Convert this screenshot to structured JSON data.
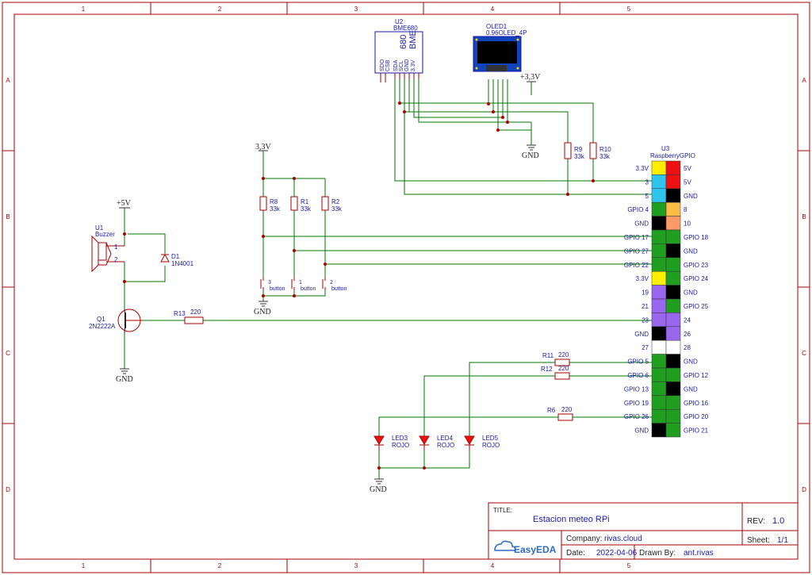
{
  "frame": {
    "cols": [
      "1",
      "2",
      "3",
      "4",
      "5"
    ],
    "rows": [
      "A",
      "B",
      "C",
      "D"
    ]
  },
  "components": {
    "u2": {
      "ref": "U2",
      "value": "BME680",
      "body_text_1": "680",
      "body_text_2": "BME",
      "pins": [
        "SDO",
        "CSB",
        "SDA",
        "SCL",
        "GND",
        "3.3V"
      ]
    },
    "oled": {
      "ref": "OLED1",
      "value": "0.96OLED_4P"
    },
    "u1": {
      "ref": "U1",
      "value": "Buzzer",
      "pin1": "1",
      "pin2": "2"
    },
    "d1": {
      "ref": "D1",
      "value": "1N4001"
    },
    "q1": {
      "ref": "Q1",
      "value": "2N2222A"
    },
    "r13": {
      "ref": "R13",
      "value": "220"
    },
    "r8": {
      "ref": "R8",
      "value": "33k"
    },
    "r1": {
      "ref": "R1",
      "value": "33k"
    },
    "r2": {
      "ref": "R2",
      "value": "33k"
    },
    "r9": {
      "ref": "R9",
      "value": "33k"
    },
    "r10": {
      "ref": "R10",
      "value": "33k"
    },
    "r11": {
      "ref": "R11",
      "value": "220"
    },
    "r12": {
      "ref": "R12",
      "value": "220"
    },
    "r6": {
      "ref": "R6",
      "value": "220"
    },
    "buttons": [
      {
        "num": "3",
        "label": "button"
      },
      {
        "num": "1",
        "label": "button"
      },
      {
        "num": "2",
        "label": "button"
      }
    ],
    "leds": [
      {
        "ref": "LED3",
        "value": "ROJO"
      },
      {
        "ref": "LED4",
        "value": "ROJO"
      },
      {
        "ref": "LED5",
        "value": "ROJO"
      }
    ],
    "u3": {
      "ref": "U3",
      "value": "RaspberryGPIO"
    }
  },
  "power": {
    "plus5v": "+5V",
    "v33_left": "3,3V",
    "v33_top": "+3,3V",
    "gnd": "GND"
  },
  "gpio": {
    "left": [
      "3.3V",
      "3",
      "5",
      "GPIO 4",
      "GND",
      "GPIO 17",
      "GPIO 27",
      "GPIO 22",
      "3.3V",
      "19",
      "21",
      "23",
      "GND",
      "27",
      "GPIO 5",
      "GPIO 6",
      "GPIO 13",
      "GPIO 19",
      "GPIO 26",
      "GND"
    ],
    "right": [
      "5V",
      "5V",
      "GND",
      "8",
      "10",
      "GPIO 18",
      "GND",
      "GPIO 23",
      "GPIO 24",
      "GND",
      "GPIO 25",
      "24",
      "26",
      "28",
      "GND",
      "GPIO 12",
      "GND",
      "GPIO 16",
      "GPIO 20",
      "GPIO 21"
    ],
    "left_colors": [
      "#ffee00",
      "#2ec4ee",
      "#2ec4ee",
      "#1f9e1f",
      "#000000",
      "#1f9e1f",
      "#1f9e1f",
      "#1f9e1f",
      "#ffee00",
      "#9966ee",
      "#9966ee",
      "#9966ee",
      "#000000",
      "#ffffff",
      "#1f9e1f",
      "#1f9e1f",
      "#1f9e1f",
      "#1f9e1f",
      "#1f9e1f",
      "#000000"
    ],
    "right_colors": [
      "#ee1111",
      "#ee1111",
      "#000000",
      "#ffbb44",
      "#ff9966",
      "#1f9e1f",
      "#000000",
      "#1f9e1f",
      "#1f9e1f",
      "#000000",
      "#1f9e1f",
      "#9966ee",
      "#9966ee",
      "#ffffff",
      "#000000",
      "#1f9e1f",
      "#000000",
      "#1f9e1f",
      "#1f9e1f",
      "#1f9e1f"
    ]
  },
  "title_block": {
    "title_label": "TITLE:",
    "title": "Estacion meteo RPi",
    "rev_label": "REV:",
    "rev": "1.0",
    "company_label": "Company:",
    "company": "rivas.cloud",
    "sheet_label": "Sheet:",
    "sheet": "1/1",
    "date_label": "Date:",
    "date": "2022-04-06",
    "drawn_label": "Drawn By:",
    "drawn": "ant.rivas",
    "logo": "EasyEDA"
  },
  "colors": {
    "wire": "#007700",
    "frame": "#aa0000",
    "text": "#1a1aaa",
    "junction": "#aa0000"
  }
}
